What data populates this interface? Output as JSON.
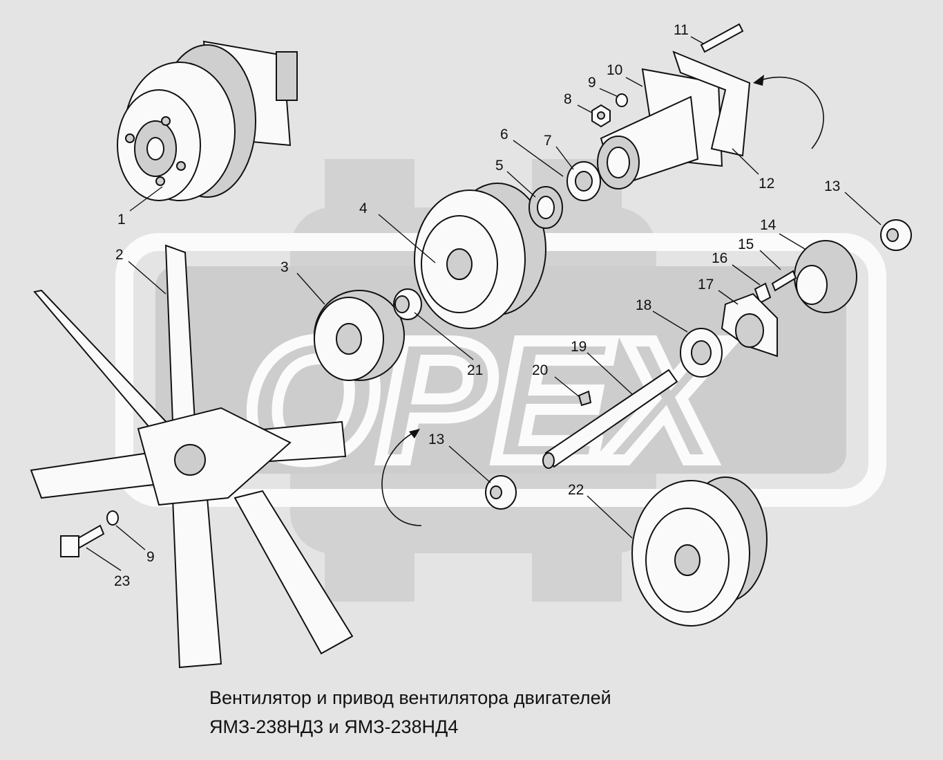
{
  "watermark": {
    "text": "OPEX"
  },
  "callouts": {
    "c1": "1",
    "c2": "2",
    "c3": "3",
    "c4": "4",
    "c5": "5",
    "c6": "6",
    "c7": "7",
    "c8": "8",
    "c9a": "9",
    "c9b": "9",
    "c10": "10",
    "c11": "11",
    "c12": "12",
    "c13a": "13",
    "c13b": "13",
    "c14": "14",
    "c15": "15",
    "c16": "16",
    "c17": "17",
    "c18": "18",
    "c19": "19",
    "c20": "20",
    "c21": "21",
    "c22": "22",
    "c23": "23"
  },
  "caption": {
    "line1": "Вентилятор и привод вентилятора двигателей",
    "line2": "ЯМЗ-238НД3 и ЯМЗ-238НД4"
  },
  "colors": {
    "background": "#e4e4e4",
    "ink": "#111111",
    "watermark": "#d2d2d2"
  }
}
